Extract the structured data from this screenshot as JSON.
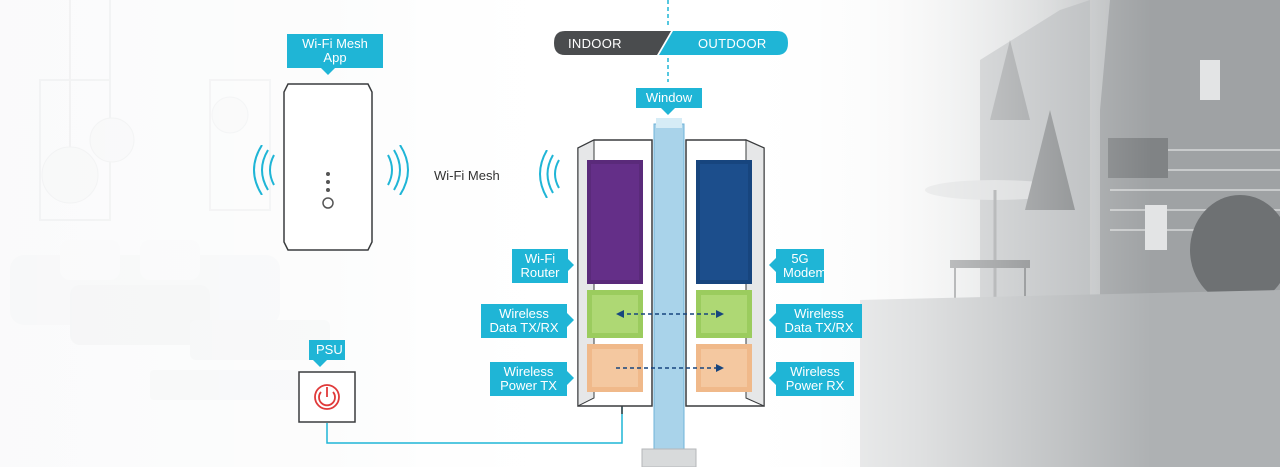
{
  "banner": {
    "indoor": "INDOOR",
    "outdoor": "OUTDOOR"
  },
  "labels": {
    "app": "Wi-Fi Mesh App",
    "window": "Window",
    "mesh": "Wi-Fi Mesh",
    "psu": "PSU",
    "router": "Wi-Fi Router",
    "modem": "5G Modem",
    "data_tx_left": "Wireless Data TX/RX",
    "data_tx_right": "Wireless Data TX/RX",
    "power_tx": "Wireless Power TX",
    "power_rx": "Wireless Power RX"
  },
  "colors": {
    "accent": "#1fb5d6",
    "router": "#5a2a7a",
    "modem": "#17457e",
    "data_module": "#9bcc5e",
    "power_module": "#f0b98a",
    "window_glass": "#a9d3ea",
    "banner_dark": "#4a4c4e",
    "psu_icon": "#e03a3a"
  }
}
